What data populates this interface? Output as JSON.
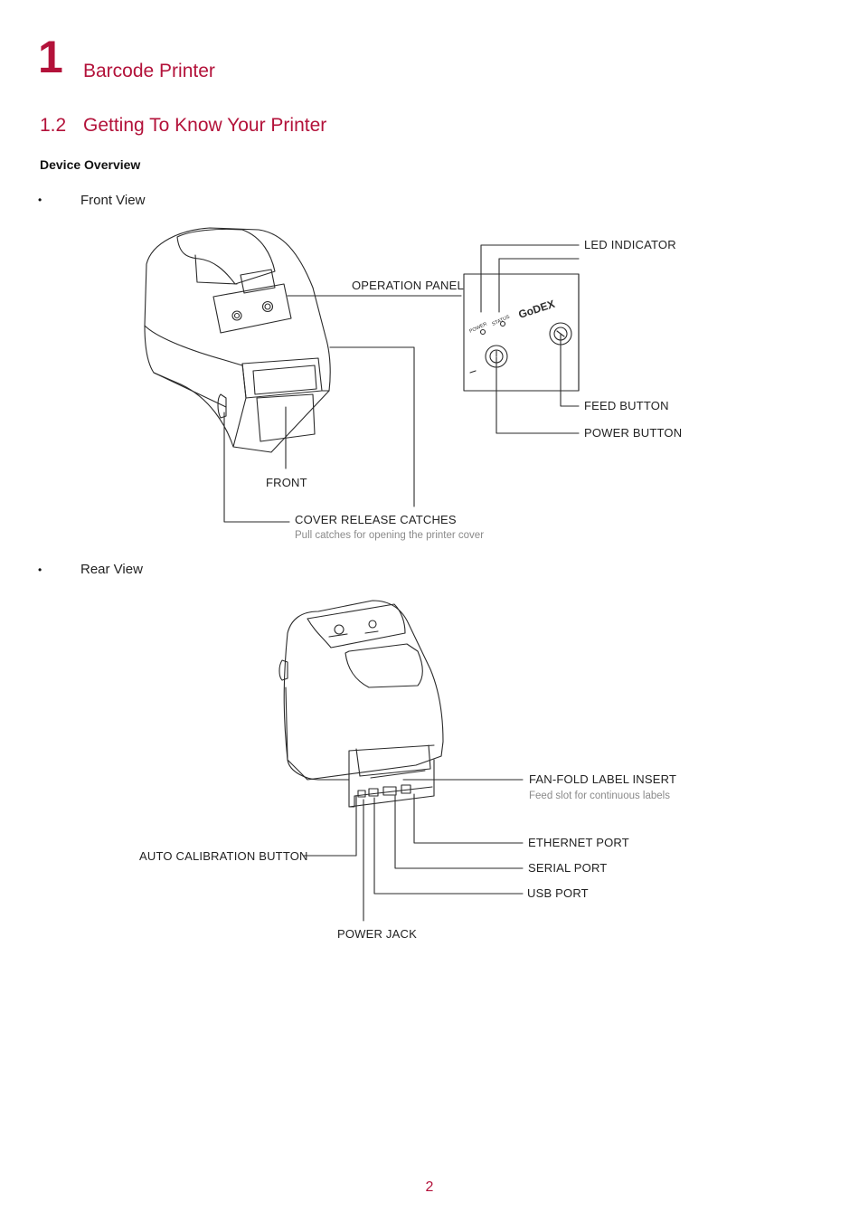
{
  "header": {
    "chapter_number": "1",
    "chapter_title": "Barcode Printer",
    "section_number": "1.2",
    "section_title": "Getting To Know Your Printer"
  },
  "subheading": "Device Overview",
  "front_view": {
    "bullet": "•",
    "label": "Front View",
    "callouts": {
      "led_indicator": "LED INDICATOR",
      "operation_panel": "OPERATION PANEL",
      "feed_button": "FEED BUTTON",
      "power_button": "POWER BUTTON",
      "front": "FRONT",
      "cover_release_catches": "COVER RELEASE CATCHES"
    },
    "cover_note": "Pull catches for opening the printer cover",
    "panel_text": {
      "brand": "GoDEX",
      "power_led": "POWER",
      "status_led": "STATUS"
    }
  },
  "rear_view": {
    "bullet": "•",
    "label": "Rear View",
    "callouts": {
      "fan_fold_label_insert": "FAN-FOLD LABEL INSERT",
      "ethernet_port": "ETHERNET PORT",
      "serial_port": "SERIAL PORT",
      "usb_port": "USB PORT",
      "auto_calibration_button": "AUTO CALIBRATION BUTTON",
      "power_jack": "POWER JACK"
    },
    "fan_fold_note": "Feed slot for continuous labels"
  },
  "footer": {
    "page_number": "2"
  },
  "colors": {
    "accent": "#b3123a",
    "line_art": "#2a2a2a",
    "note": "#8a8a8a"
  }
}
